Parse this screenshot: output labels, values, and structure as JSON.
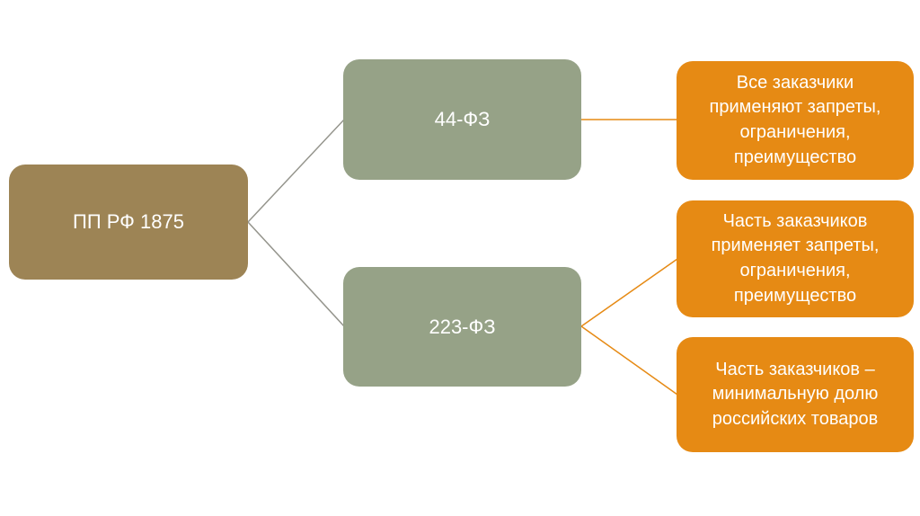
{
  "diagram": {
    "type": "hierarchy",
    "root": {
      "label": "ПП РФ 1875"
    },
    "branches": [
      {
        "label": "44-ФЗ"
      },
      {
        "label": "223-ФЗ"
      }
    ],
    "leaves": [
      {
        "label": "Все заказчики применяют запреты, ограничения, преимущество",
        "parent": "44-ФЗ"
      },
      {
        "label": "Часть заказчиков применяет запреты, ограничения, преимущество",
        "parent": "223-ФЗ"
      },
      {
        "label": "Часть заказчиков – минимальную долю российских товаров",
        "parent": "223-ФЗ"
      }
    ]
  },
  "colors": {
    "background": "#FFFFFF",
    "root_fill": "#9D8455",
    "branch_fill": "#96A287",
    "leaf_fill": "#E68A14",
    "connector_gray": "#94948C",
    "connector_orange": "#E68A14",
    "node_text": "#FFFFFF"
  }
}
